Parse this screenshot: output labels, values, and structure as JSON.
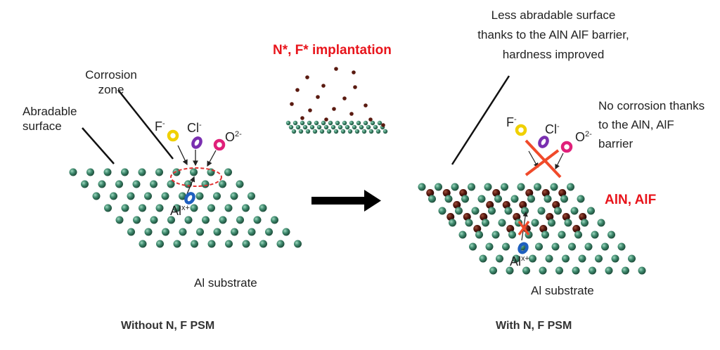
{
  "left_panel": {
    "corrosion_zone_label": "Corrosion zone",
    "abradable_label": "Abradable surface",
    "ions": {
      "f": "F",
      "f_charge": "-",
      "cl": "Cl",
      "cl_charge": "-",
      "o": "O",
      "o_charge": "2-"
    },
    "al_ion": "Al",
    "al_charge": "x+",
    "substrate_label": "Al substrate",
    "caption": "Without N, F PSM"
  },
  "middle": {
    "implantation_label": "N*, F* implantation"
  },
  "right_panel": {
    "less_abradable_label": "Less abradable surface thanks to the AlN AlF barrier, hardness improved",
    "no_corrosion_label": "No corrosion thanks to the AlN, AlF barrier",
    "barrier_label": "AlN, AlF",
    "ions": {
      "f": "F",
      "f_charge": "-",
      "cl": "Cl",
      "cl_charge": "-",
      "o": "O",
      "o_charge": "2-"
    },
    "al_ion": "Al",
    "al_charge": "x+",
    "substrate_label": "Al substrate",
    "caption": "With N, F PSM"
  },
  "colors": {
    "al_atom": "#3f8a6e",
    "implant_atom": "#5a1a10",
    "accent": "#e8141b",
    "f_ion": "#f0d000",
    "cl_ion": "#7a2fb0",
    "o_ion": "#e0207a",
    "al_ion": "#1f5fbf"
  }
}
